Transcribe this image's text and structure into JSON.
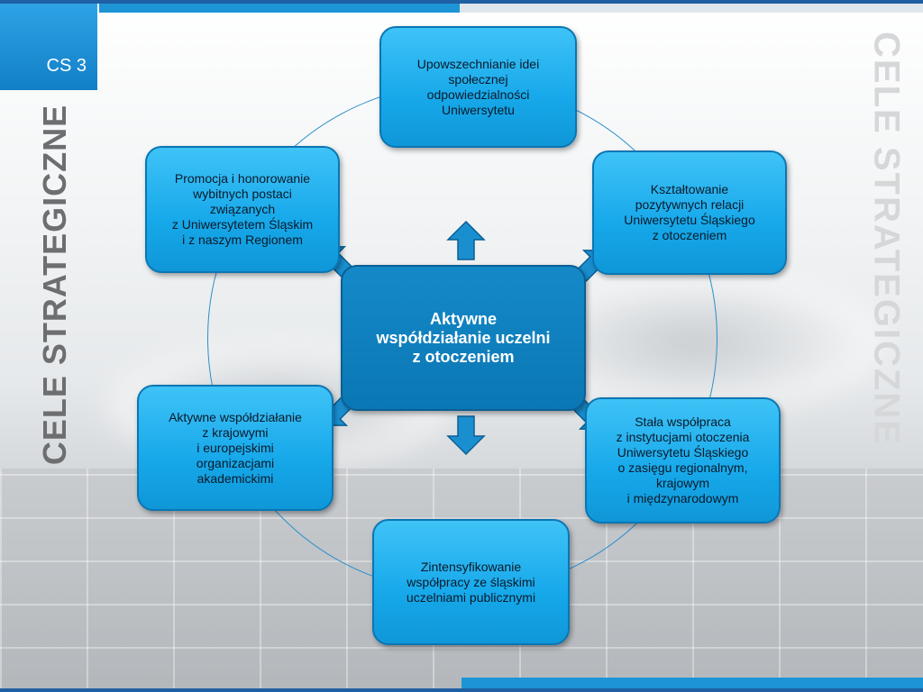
{
  "badge": {
    "label": "CS 3"
  },
  "side_title_left": "CELE STRATEGICZNE",
  "side_title_right": "CELE STRATEGICZNE",
  "center_node": {
    "text": "Aktywne\nwspółdziałanie uczelni\nz otoczeniem"
  },
  "nodes": [
    {
      "text": "Upowszechnianie idei\nspołecznej\nodpowiedzialności\nUniwersytetu"
    },
    {
      "text": "Kształtowanie\npozytywnych relacji\nUniwersytetu Śląskiego\nz otoczeniem"
    },
    {
      "text": "Stała współpraca\nz instytucjami otoczenia\nUniwersytetu Śląskiego\no zasięgu regionalnym,\nkrajowym\ni międzynarodowym"
    },
    {
      "text": "Zintensyfikowanie\nwspółpracy ze śląskimi\nuczelniami publicznymi"
    },
    {
      "text": "Aktywne współdziałanie\nz krajowymi\ni europejskimi\norganizacjami\nakademickimi"
    },
    {
      "text": "Promocja i honorowanie\nwybitnych postaci\nzwiązanych\nz Uniwersytetem Śląskim\ni z naszym Regionem"
    }
  ],
  "colors": {
    "accent": "#1c94d6",
    "node_fill": "#16a8ea",
    "center_fill": "#0a77b4",
    "ring": "#2d8fc9",
    "title_grey": "#6d6e70"
  }
}
